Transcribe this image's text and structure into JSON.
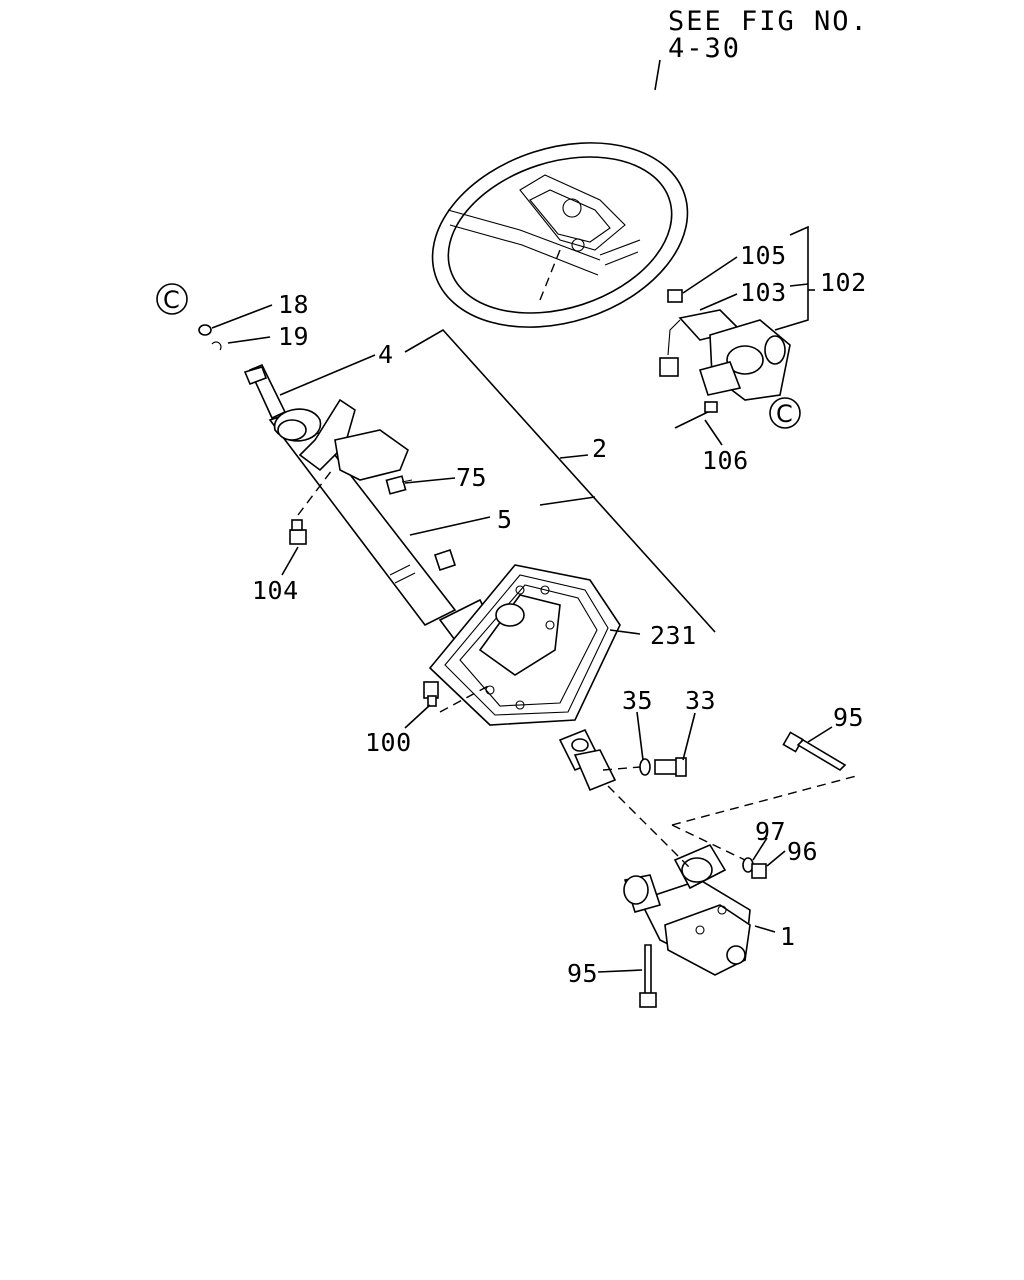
{
  "header": {
    "line1": "SEE FIG NO.",
    "line2": "4-30"
  },
  "callouts": {
    "c18": "18",
    "c19": "19",
    "c4": "4",
    "c2": "2",
    "c5": "5",
    "c75": "75",
    "c104": "104",
    "c231": "231",
    "c100": "100",
    "c35": "35",
    "c33": "33",
    "c95_top": "95",
    "c97": "97",
    "c96": "96",
    "c1": "1",
    "c95_bottom": "95",
    "c105": "105",
    "c103": "103",
    "c102": "102",
    "c106": "106"
  },
  "connectors": {
    "left": "C",
    "right": "C"
  }
}
